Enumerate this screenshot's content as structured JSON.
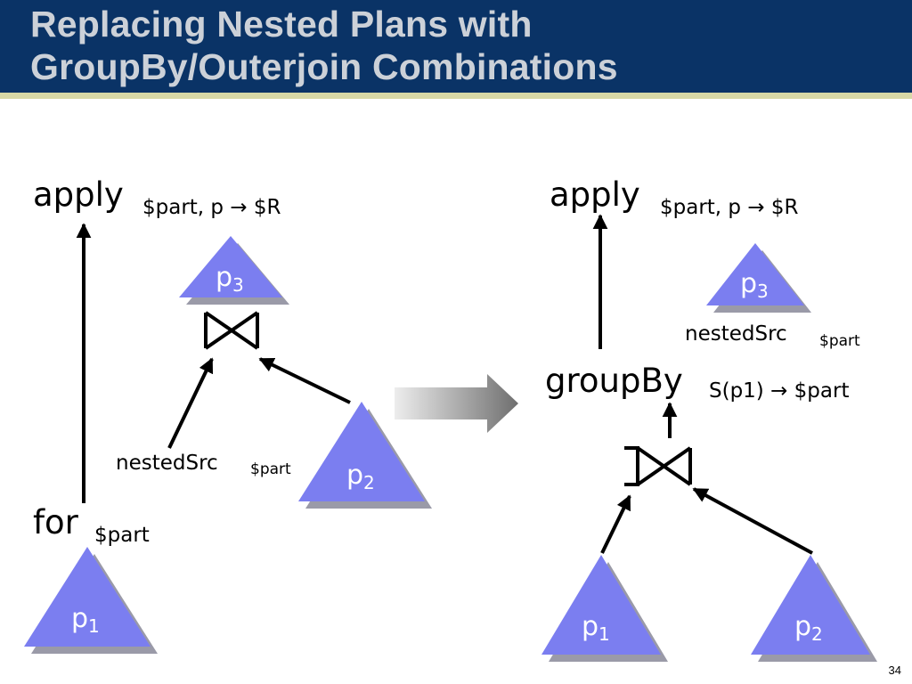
{
  "slide": {
    "title_line1": "Replacing Nested Plans with",
    "title_line2": "GroupBy/Outerjoin Combinations",
    "page_number": "34"
  },
  "left_plan": {
    "apply_label": "apply",
    "apply_annotation": "$part, p → $R",
    "for_label": "for",
    "for_annotation": "$part",
    "nested_label": "nestedSrc",
    "nested_sub": "$part",
    "p3": {
      "base": "p",
      "sub": "3"
    },
    "p2": {
      "base": "p",
      "sub": "2"
    },
    "p1": {
      "base": "p",
      "sub": "1"
    }
  },
  "right_plan": {
    "apply_label": "apply",
    "apply_annotation": "$part, p → $R",
    "nested_label": "nestedSrc",
    "nested_sub": "$part",
    "groupby_label": "groupBy",
    "groupby_annotation": "S(p1) → $part",
    "p3": {
      "base": "p",
      "sub": "3"
    },
    "p1": {
      "base": "p",
      "sub": "1"
    },
    "p2": {
      "base": "p",
      "sub": "2"
    }
  },
  "colors": {
    "header_bg": "#0a3366",
    "title_text": "#ccd1d8",
    "triangle_fill": "#7b7ef0",
    "triangle_shadow": "#9a9aa8"
  }
}
